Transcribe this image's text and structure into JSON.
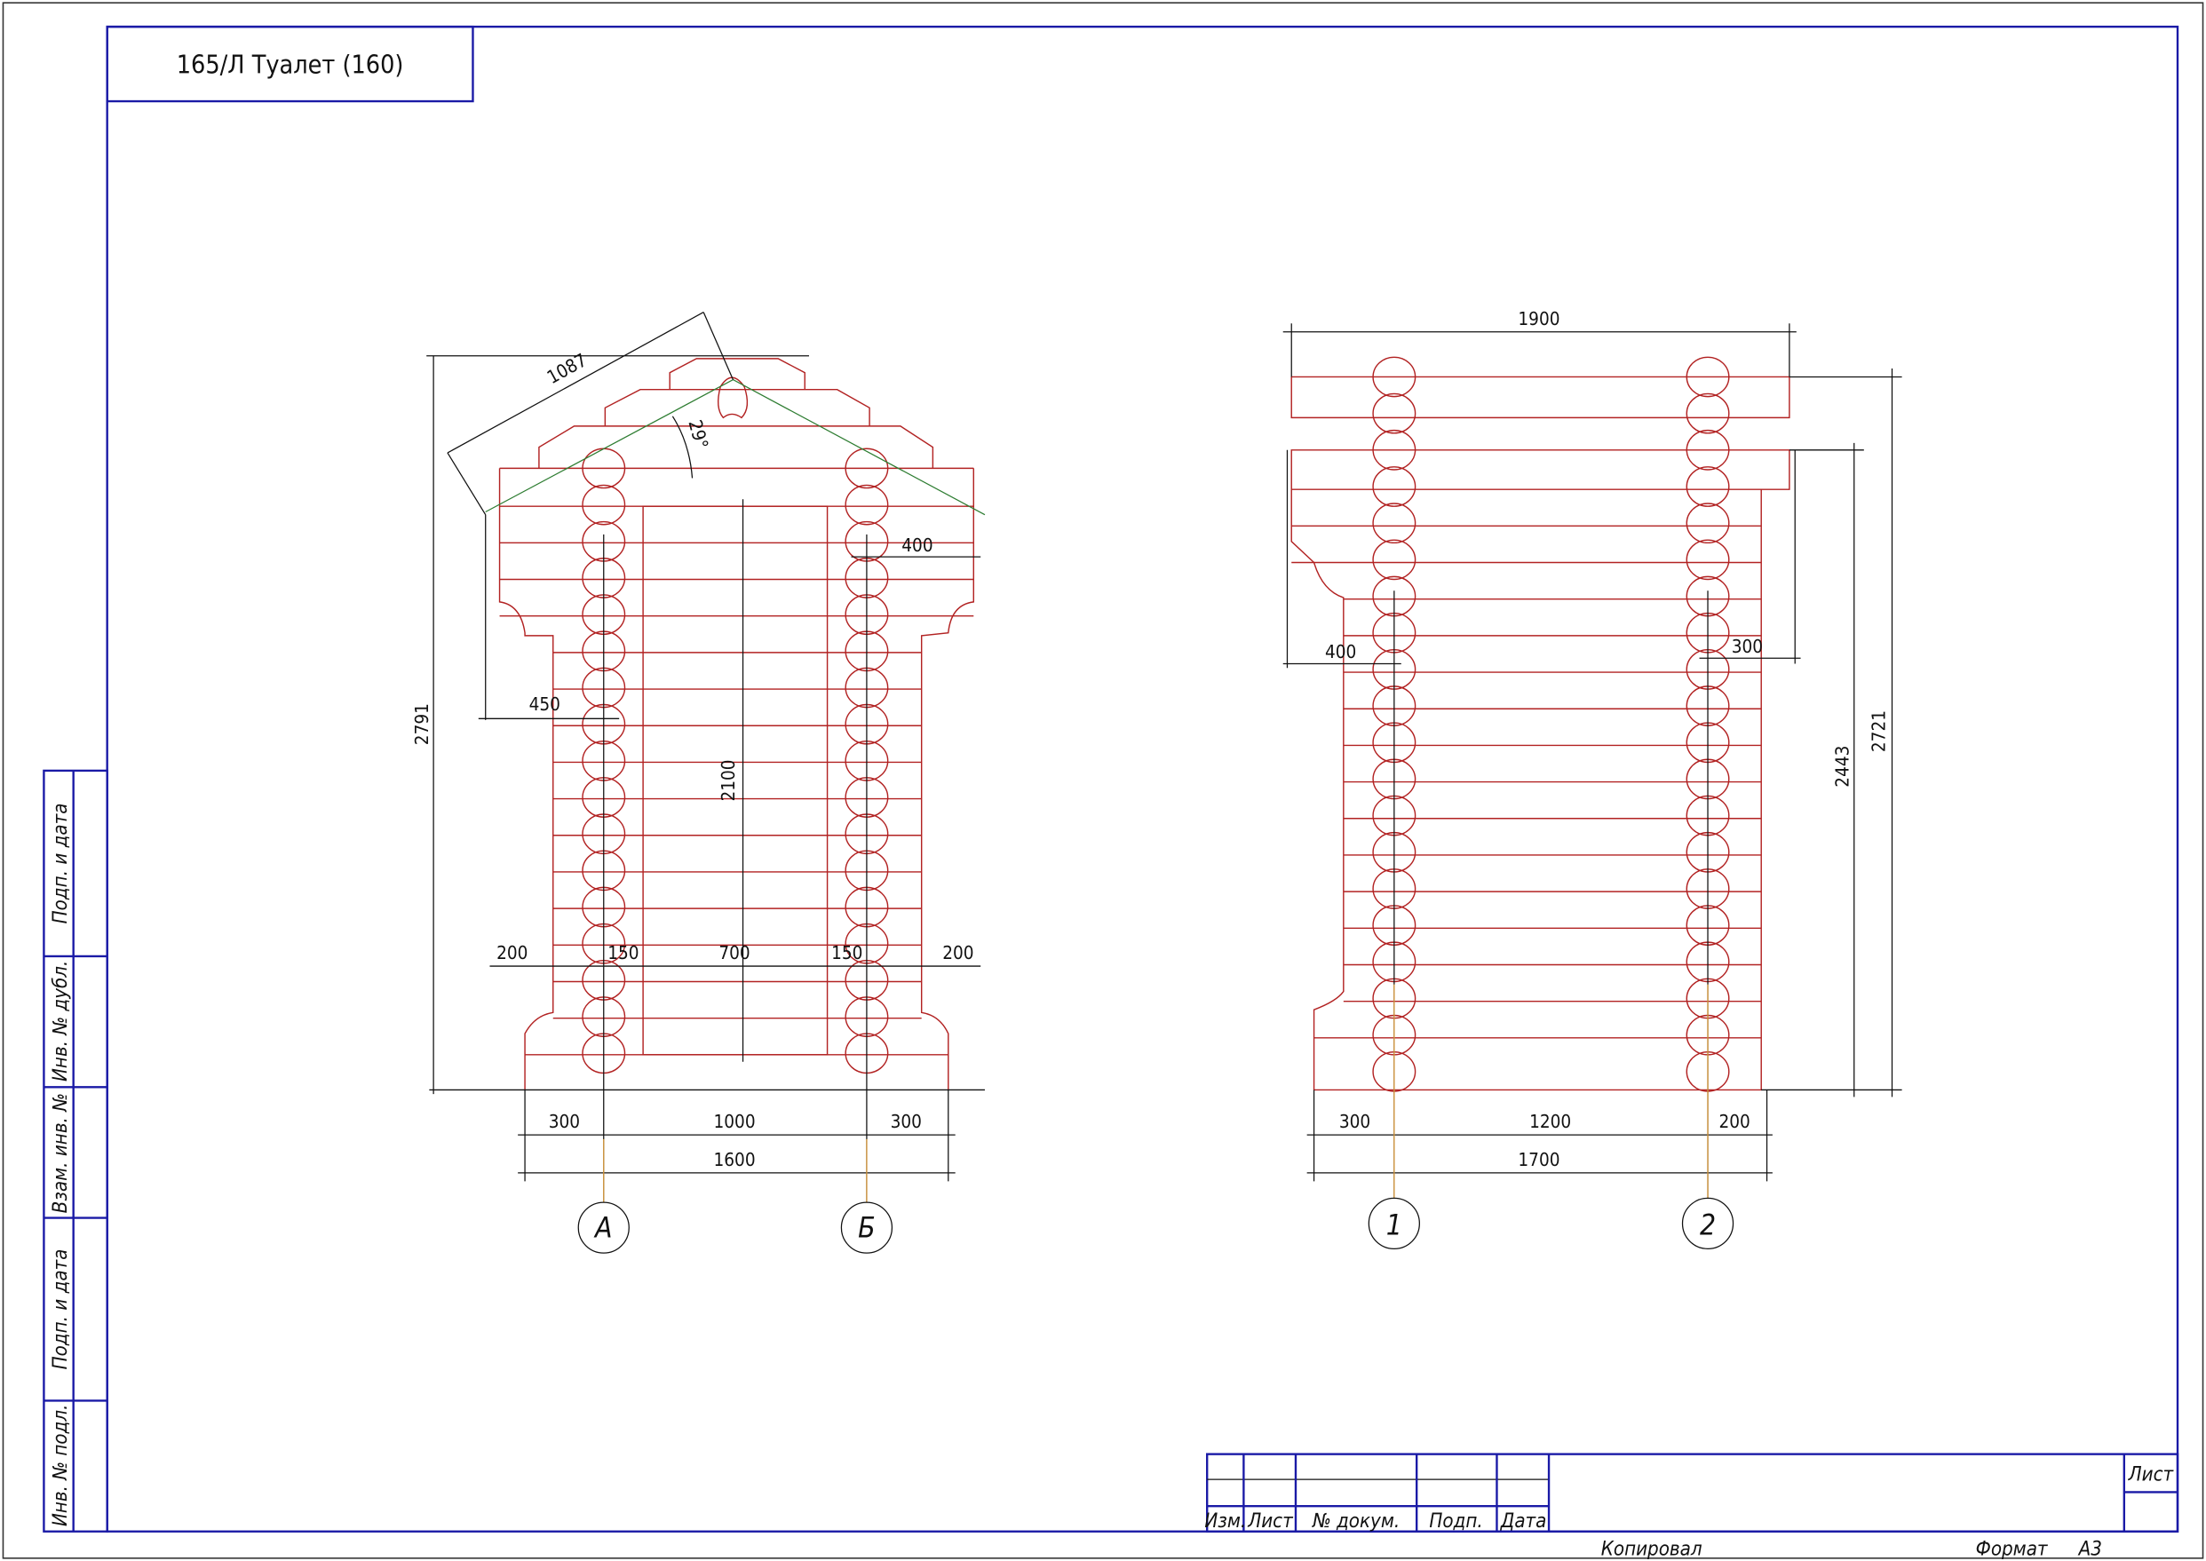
{
  "title": "165/Л Туалет (160)",
  "side_stamps": [
    "Подп. и дата",
    "Инв. № дубл.",
    "Взам. инв. №",
    "Подп. и дата",
    "Инв. № подл."
  ],
  "title_block": {
    "headers": [
      "Изм.",
      "Лист",
      "№ докум.",
      "Подп.",
      "Дата"
    ],
    "sheet_label": "Лист",
    "copied": "Копировал",
    "format_label": "Формат",
    "format_value": "A3"
  },
  "left_view": {
    "axes": [
      "А",
      "Б"
    ],
    "dims": {
      "slope": "1087",
      "angle": "29°",
      "height": "2791",
      "door_height": "2100",
      "overhang_top": "400",
      "overhang_left": "450",
      "w200a": "200",
      "w150a": "150",
      "w700": "700",
      "w150b": "150",
      "w200b": "200",
      "w300a": "300",
      "w1000": "1000",
      "w300b": "300",
      "total": "1600"
    }
  },
  "right_view": {
    "axes": [
      "1",
      "2"
    ],
    "dims": {
      "top": "1900",
      "left400": "400",
      "right300": "300",
      "h2443": "2443",
      "h2721": "2721",
      "w300": "300",
      "w1200": "1200",
      "w200": "200",
      "total": "1700"
    }
  }
}
